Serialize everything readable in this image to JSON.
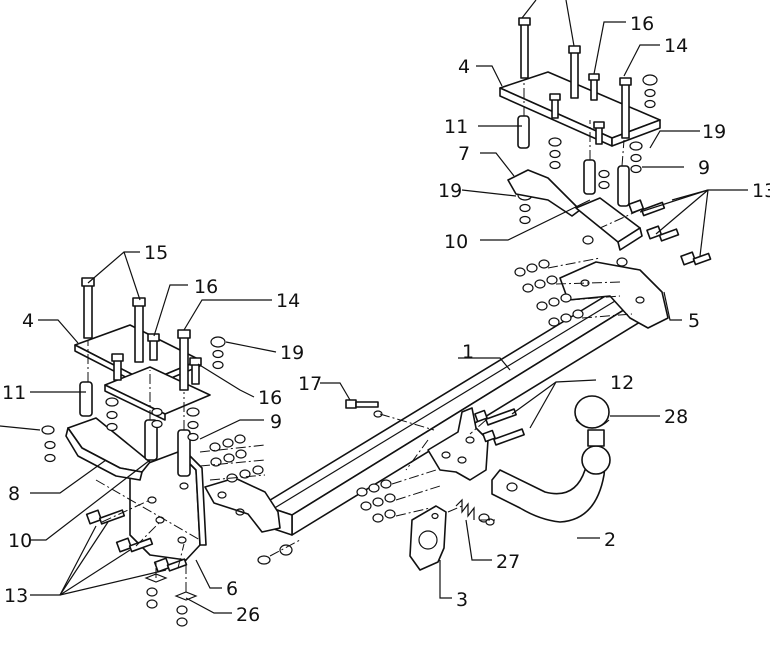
{
  "labels": {
    "l1": "1",
    "l2": "2",
    "l3": "3",
    "l4a": "4",
    "l4b": "4",
    "l5": "5",
    "l6": "6",
    "l7": "7",
    "l8": "8",
    "l9a": "9",
    "l9b": "9",
    "l10a": "10",
    "l10b": "10",
    "l11a": "11",
    "l11b": "11",
    "l12": "12",
    "l13a": "13",
    "l13b": "13",
    "l14a": "14",
    "l14b": "14",
    "l15": "15",
    "l16a": "16",
    "l16b": "16",
    "l16c": "16",
    "l17": "17",
    "l19a": "19",
    "l19b": "19",
    "l19c": "19",
    "l26": "26",
    "l27": "27",
    "l28": "28"
  }
}
